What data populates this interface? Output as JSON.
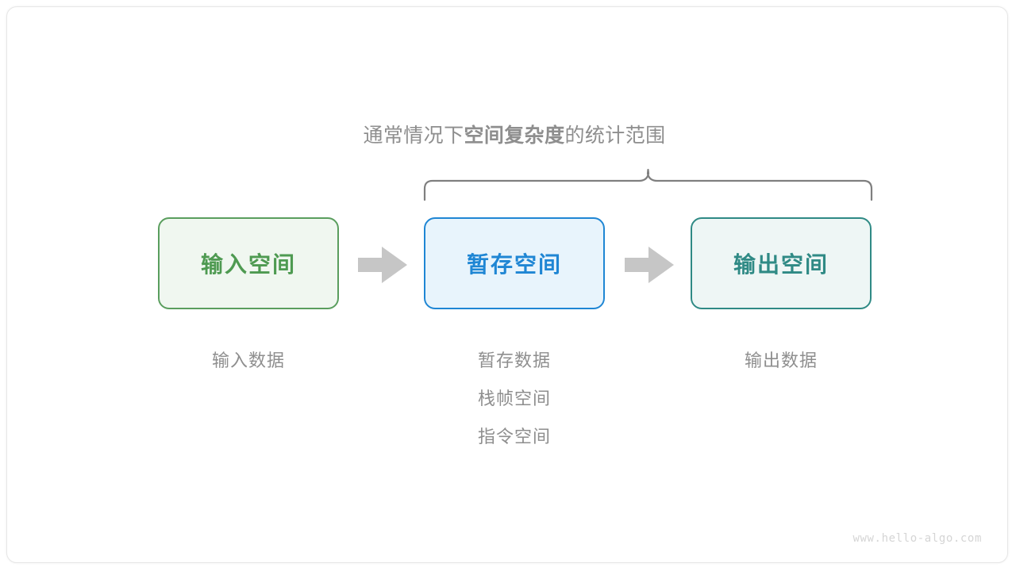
{
  "diagram": {
    "scope_caption": {
      "prefix": "通常情况下",
      "emphasis": "空间复杂度",
      "suffix": "的统计范围"
    },
    "boxes": [
      {
        "label": "输入空间",
        "color": "#4e9a51",
        "border": "#5a9e5e",
        "fill": "#f0f7f0"
      },
      {
        "label": "暂存空间",
        "color": "#1f86d4",
        "border": "#1f86d4",
        "fill": "#e8f4fc"
      },
      {
        "label": "输出空间",
        "color": "#2f8a85",
        "border": "#2f8a85",
        "fill": "#eef6f5"
      }
    ],
    "captions": [
      {
        "lines": [
          "输入数据"
        ]
      },
      {
        "lines": [
          "暂存数据",
          "栈帧空间",
          "指令空间"
        ]
      },
      {
        "lines": [
          "输出数据"
        ]
      }
    ],
    "arrows": [
      {
        "name": "arrow-input-to-buffer",
        "color": "#c6c6c6"
      },
      {
        "name": "arrow-buffer-to-output",
        "color": "#c6c6c6"
      }
    ],
    "brace": {
      "color": "#7f7f7f"
    },
    "watermark": "www.hello-algo.com"
  }
}
